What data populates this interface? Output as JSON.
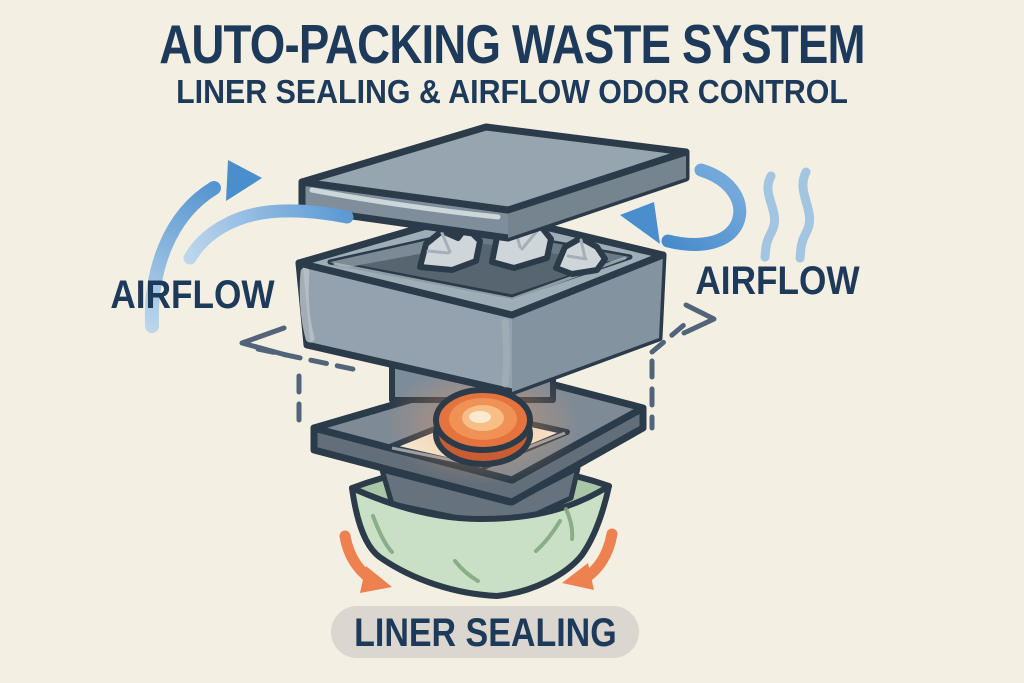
{
  "title": "AUTO-PACKING WASTE SYSTEM",
  "subtitle": "LINER SEALING & AIRFLOW ODOR CONTROL",
  "labels": {
    "airflow_left": "AIRFLOW",
    "airflow_right": "AIRFLOW",
    "liner_sealing": "LINER SEALING"
  },
  "icons": {
    "airflow_arrow_left": "curved-arrow-pointing-upper-right",
    "airflow_arrow_left_secondary": "curved-airflow-stroke",
    "airflow_arrow_right": "curved-arrow-hooking-left",
    "odor_waves": "two-wavy-odor-lines",
    "liner_wrap_arrow_left": "curved-arrow-down-right",
    "liner_wrap_arrow_right": "curved-arrow-down-left",
    "explode_guides": "dashed-guide-lines-with-chevrons"
  },
  "colors": {
    "background": "#f4efe3",
    "heading_text": "#1e3a5a",
    "outline": "#2b3b49",
    "device_gray": "#93a2ae",
    "device_gray_dark": "#626e7a",
    "airflow_blue": "#4a8ecd",
    "odor_blue_light": "#a2c5e1",
    "seal_orange": "#e5733e",
    "liner_green": "#c9dfc6",
    "label_pill_bg": "#dbd6ce",
    "dashed_guide": "#51647a"
  }
}
